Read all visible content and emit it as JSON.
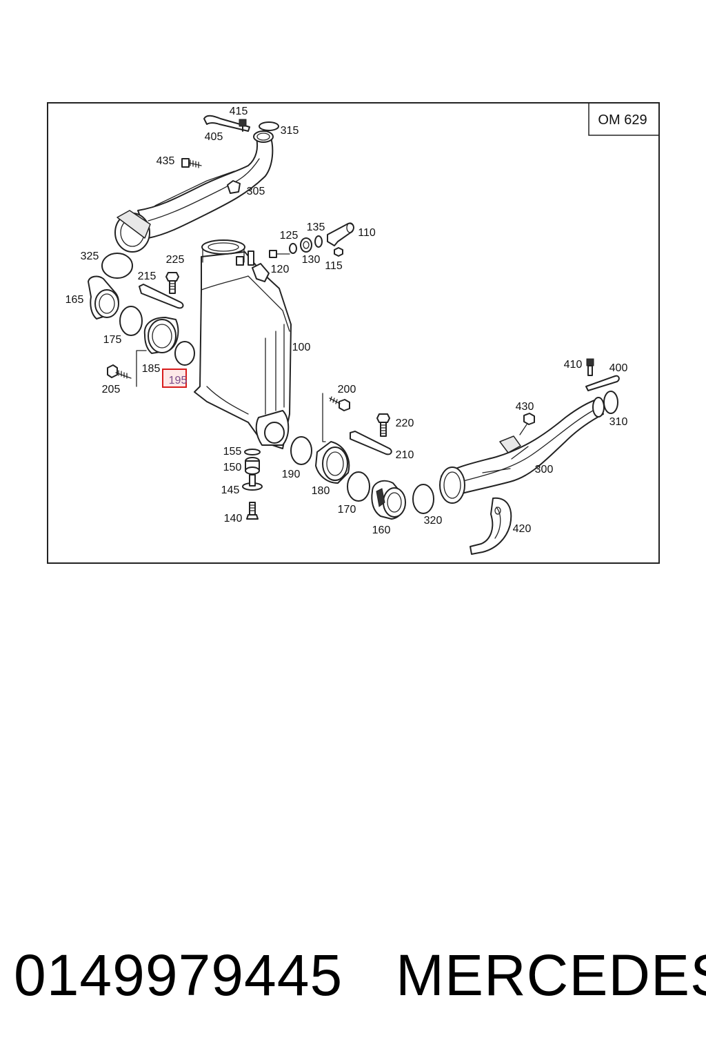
{
  "diagram": {
    "engine_code": "OM 629",
    "highlighted_callout": "195",
    "callouts": {
      "c415": "415",
      "c405": "405",
      "c315": "315",
      "c435": "435",
      "c305": "305",
      "c125": "125",
      "c135": "135",
      "c110": "110",
      "c120": "120",
      "c130": "130",
      "c115": "115",
      "c325": "325",
      "c225": "225",
      "c215": "215",
      "c165": "165",
      "c175": "175",
      "c185": "185",
      "c195": "195",
      "c205": "205",
      "c100": "100",
      "c410": "410",
      "c400": "400",
      "c200": "200",
      "c430": "430",
      "c220": "220",
      "c310": "310",
      "c210": "210",
      "c155": "155",
      "c150": "150",
      "c190": "190",
      "c300": "300",
      "c145": "145",
      "c180": "180",
      "c170": "170",
      "c140": "140",
      "c160": "160",
      "c320": "320",
      "c420": "420"
    }
  },
  "footer": {
    "part_number": "0149979445",
    "brand": "MERCEDES"
  }
}
